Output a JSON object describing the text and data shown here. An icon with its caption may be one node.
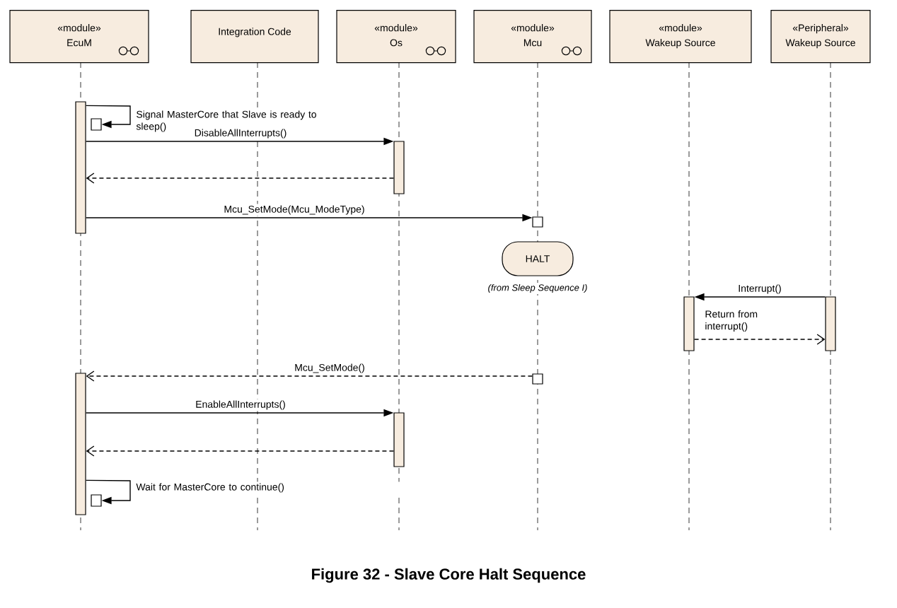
{
  "diagram": {
    "caption": "Figure 32 - Slave Core Halt Sequence",
    "nodes": [
      {
        "text": [
          "«module»",
          "EcuM"
        ]
      },
      {
        "text": [
          "Integration Code"
        ]
      },
      {
        "text": [
          "«module»",
          "Os"
        ]
      },
      {
        "text": [
          "«module»",
          "Mcu"
        ]
      },
      {
        "text": [
          "«module»",
          "Wakeup Source"
        ]
      },
      {
        "text": [
          "«Peripheral»",
          "Wakeup Source"
        ]
      },
      {
        "text": [],
        "shape": "bar"
      },
      {
        "text": [],
        "shape": "box"
      },
      {
        "text": [],
        "shape": "bar"
      },
      {
        "text": [],
        "shape": "box"
      },
      {
        "text": [
          "HALT"
        ],
        "beside": [
          "(from Sleep Sequence I)"
        ]
      },
      {
        "text": [],
        "shape": "bar"
      },
      {
        "text": [],
        "shape": "bar"
      },
      {
        "text": [],
        "shape": "box"
      },
      {
        "text": [],
        "shape": "bar"
      },
      {
        "text": [],
        "shape": "bar"
      },
      {
        "text": [],
        "shape": "box"
      }
    ],
    "edges": [
      {
        "from": 6,
        "to": 7,
        "arrow": "to",
        "label": "Signal MasterCore that Slave is ready to sleep()"
      },
      {
        "from": 6,
        "to": 8,
        "arrow": "to",
        "label": "DisableAllInterrupts()"
      },
      {
        "from": 8,
        "to": 6,
        "arrow": "to",
        "style": "dashed"
      },
      {
        "from": 6,
        "to": 9,
        "arrow": "to",
        "label": "Mcu_SetMode(Mcu_ModeType)"
      },
      {
        "from": 12,
        "to": 11,
        "arrow": "to",
        "label": "Interrupt()"
      },
      {
        "from": 11,
        "to": 12,
        "arrow": "to",
        "style": "dashed",
        "label": "Return from interrupt()"
      },
      {
        "from": 13,
        "to": 14,
        "arrow": "to",
        "style": "dashed",
        "label": "Mcu_SetMode()"
      },
      {
        "from": 14,
        "to": 15,
        "arrow": "to",
        "label": "EnableAllInterrupts()"
      },
      {
        "from": 15,
        "to": 14,
        "arrow": "to",
        "style": "dashed"
      },
      {
        "from": 14,
        "to": 16,
        "arrow": "to",
        "label": "Wait for MasterCore to continue()"
      }
    ]
  }
}
